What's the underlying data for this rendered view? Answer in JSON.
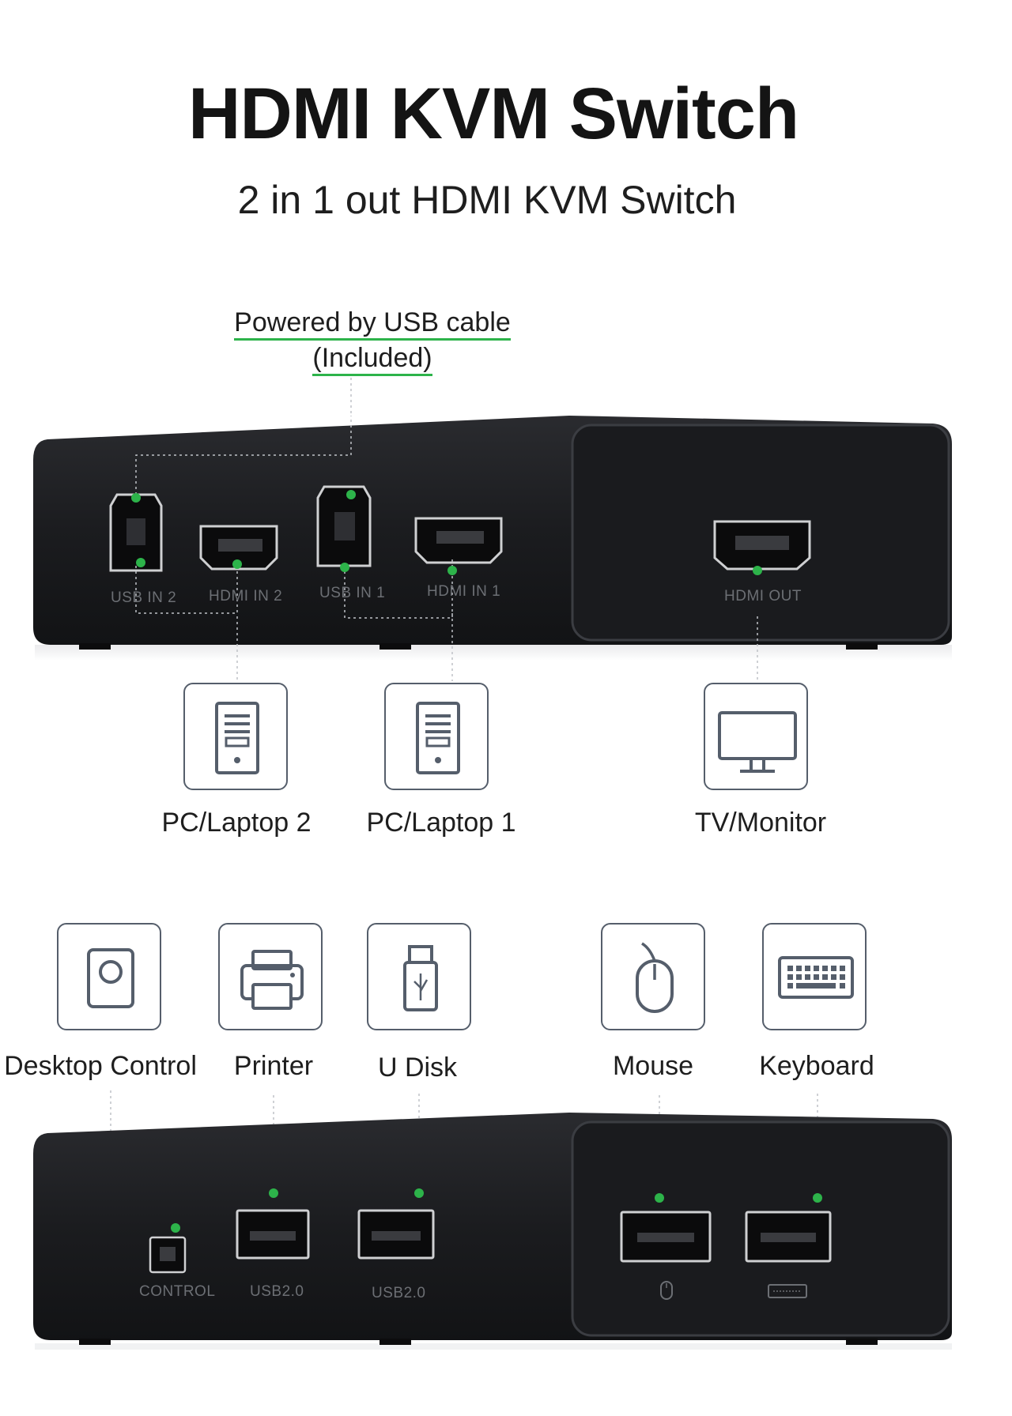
{
  "title": "HDMI KVM Switch",
  "subtitle": "2 in 1 out HDMI KVM Switch",
  "power_note": {
    "line1": "Powered by USB cable",
    "line2": "(Included)"
  },
  "top_device": {
    "ports": [
      "USB IN 2",
      "HDMI IN 2",
      "USB IN 1",
      "HDMI IN 1",
      "HDMI OUT"
    ]
  },
  "top_devices": [
    {
      "label": "PC/Laptop 2",
      "icon": "pc-tower-icon"
    },
    {
      "label": "PC/Laptop 1",
      "icon": "pc-tower-icon"
    },
    {
      "label": "TV/Monitor",
      "icon": "monitor-icon"
    }
  ],
  "bottom_devices": [
    {
      "label": "Desktop Control",
      "icon": "desktop-control-icon"
    },
    {
      "label": "Printer",
      "icon": "printer-icon"
    },
    {
      "label": "U Disk",
      "icon": "usb-disk-icon"
    },
    {
      "label": "Mouse",
      "icon": "mouse-icon"
    },
    {
      "label": "Keyboard",
      "icon": "keyboard-icon"
    }
  ],
  "bottom_device": {
    "ports": [
      "CONTROL",
      "USB2.0",
      "USB2.0"
    ]
  },
  "colors": {
    "accent": "#2db34a",
    "device": "#1c1d20",
    "icon_stroke": "#555e6b"
  }
}
